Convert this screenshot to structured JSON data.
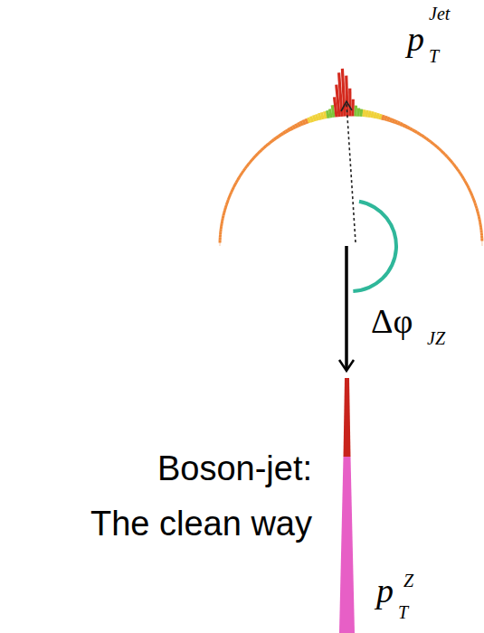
{
  "diagram": {
    "labels": [
      "p",
      "T",
      "Jet",
      "Δφ",
      "JZ",
      "Boson-jet: The clean way",
      "p",
      "T",
      "Z"
    ]
  }
}
